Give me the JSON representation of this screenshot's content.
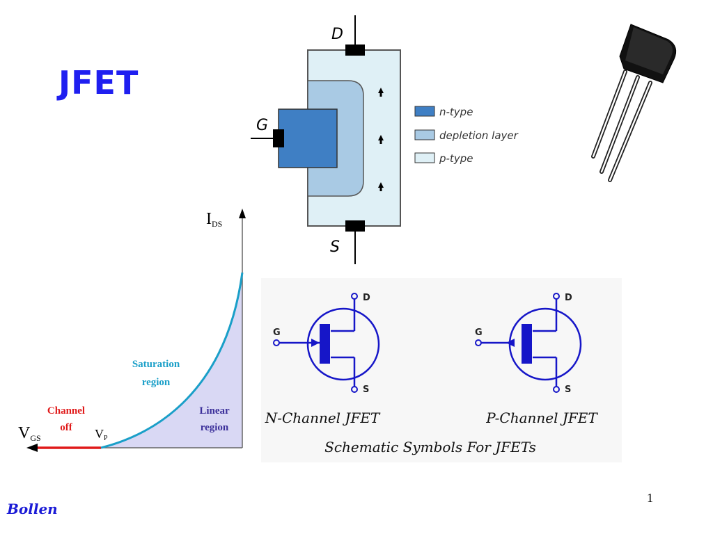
{
  "slide": {
    "title": "JFET",
    "author": "Bollen",
    "page_number": "1"
  },
  "structure_diagram": {
    "terminals": {
      "drain": "D",
      "gate": "G",
      "source": "S"
    },
    "legend": [
      {
        "label": "n-type",
        "color": "#3f7fc4"
      },
      {
        "label": "depletion layer",
        "color": "#a9cae4"
      },
      {
        "label": "p-type",
        "color": "#dff0f6"
      }
    ]
  },
  "transfer_curve": {
    "y_axis_label": "I",
    "y_axis_sub": "DS",
    "x_axis_label": "V",
    "x_axis_sub": "GS",
    "vp_label": "V",
    "vp_sub": "P",
    "regions": {
      "saturation_line1": "Saturation",
      "saturation_line2": "region",
      "channel_line1": "Channel",
      "channel_line2": "off",
      "linear_line1": "Linear",
      "linear_line2": "region"
    },
    "colors": {
      "curve": "#1a9fc8",
      "channel_off": "#e01a1a",
      "fill": "#d9d8f4"
    }
  },
  "symbols": {
    "n_channel": {
      "caption": "N-Channel JFET",
      "gate": "G",
      "drain": "D",
      "source": "S"
    },
    "p_channel": {
      "caption": "P-Channel JFET",
      "gate": "G",
      "drain": "D",
      "source": "S"
    },
    "caption": "Schematic Symbols For JFETs",
    "color": "#1616c8"
  }
}
